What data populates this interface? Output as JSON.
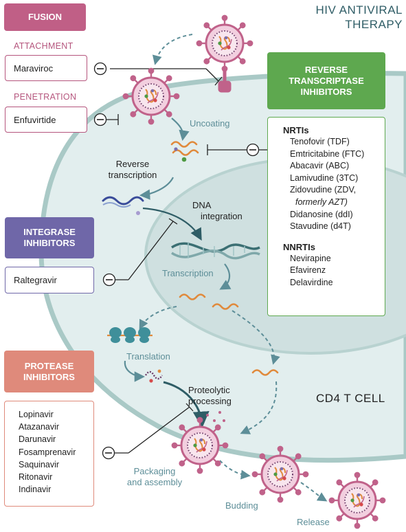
{
  "title": {
    "line1": "HIV ANTIVIRAL",
    "line2": "THERAPY"
  },
  "cell_label": "CD4 T CELL",
  "fusion": {
    "header": "FUSION",
    "attachment": {
      "label": "ATTACHMENT",
      "drug": "Maraviroc"
    },
    "penetration": {
      "label": "PENETRATION",
      "drug": "Enfuvirtide"
    }
  },
  "rti": {
    "header": [
      "REVERSE",
      "TRANSCRIPTASE",
      "INHIBITORS"
    ],
    "nrti_label": "NRTIs",
    "nrtis": [
      "Tenofovir (TDF)",
      "Emtricitabine (FTC)",
      "Abacavir (ABC)",
      "Lamivudine (3TC)",
      "Zidovudine (ZDV,",
      "formerly AZT)",
      "Didanosine (ddI)",
      "Stavudine (d4T)"
    ],
    "nnrti_label": "NNRTIs",
    "nnrtis": [
      "Nevirapine",
      "Efavirenz",
      "Delavirdine"
    ]
  },
  "integrase": {
    "header": [
      "INTEGRASE",
      "INHIBITORS"
    ],
    "drug": "Raltegravir"
  },
  "protease": {
    "header": [
      "PROTEASE",
      "INHIBITORS"
    ],
    "drugs": [
      "Lopinavir",
      "Atazanavir",
      "Darunavir",
      "Fosamprenavir",
      "Saquinavir",
      "Ritonavir",
      "Indinavir"
    ]
  },
  "steps": {
    "uncoating": "Uncoating",
    "reverse_transcription": [
      "Reverse",
      "transcription"
    ],
    "dna_integration": [
      "DNA",
      "integration"
    ],
    "transcription": "Transcription",
    "translation": "Translation",
    "proteolytic": [
      "Proteolytic",
      "processing"
    ],
    "packaging": [
      "Packaging",
      "and assembly"
    ],
    "budding": "Budding",
    "release": "Release"
  },
  "inhibit_symbol": "⊖",
  "colors": {
    "fusion": "#c05f86",
    "fusion_text": "#b5557d",
    "rti": "#5ea84f",
    "integrase": "#6f67a8",
    "protease": "#df8a7b",
    "cell": "#e2eeee",
    "nucleus": "#cfe0e0",
    "cell_border": "#a9c9c6",
    "step_text": "#5d8e98",
    "virus": "#c0628a",
    "rna": "#e08a3c"
  }
}
